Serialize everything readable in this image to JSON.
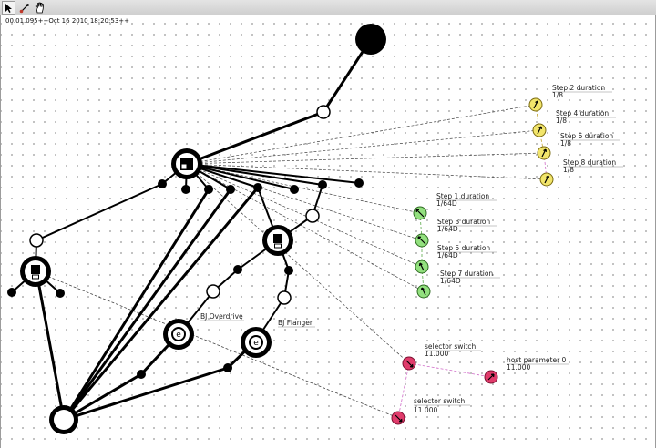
{
  "toolbar": {
    "tools": [
      {
        "icon": "select-arrow-icon"
      },
      {
        "icon": "wire-tool-icon"
      },
      {
        "icon": "hand-pan-icon"
      }
    ]
  },
  "status": {
    "text": "00.01.095++Oct 16 2010 18:20:53++"
  },
  "colors": {
    "yellow_node": "#f2e56b",
    "green_node": "#92e07e",
    "pink_node": "#e03b6b",
    "pink_wire": "#d06cc8"
  },
  "agents": {
    "overdrive": "BJ Overdrive",
    "flanger": "BJ Flanger"
  },
  "yellow_params": [
    {
      "label": "Step 2 duration",
      "value": "1/8"
    },
    {
      "label": "Step 4 duration",
      "value": "1/8"
    },
    {
      "label": "Step 6 duration",
      "value": "1/8"
    },
    {
      "label": "Step 8 duration",
      "value": "1/8"
    }
  ],
  "green_params": [
    {
      "label": "Step 1 duration",
      "value": "1/64D"
    },
    {
      "label": "Step 3 duration",
      "value": "1/64D"
    },
    {
      "label": "Step 5 duration",
      "value": "1/64D"
    },
    {
      "label": "Step 7 duration",
      "value": "1/64D"
    }
  ],
  "pink_params": [
    {
      "label": "selector switch",
      "value": "11.000"
    },
    {
      "label": "host parameter 0",
      "value": "11.000"
    },
    {
      "label": "selector switch",
      "value": "11.000"
    }
  ]
}
